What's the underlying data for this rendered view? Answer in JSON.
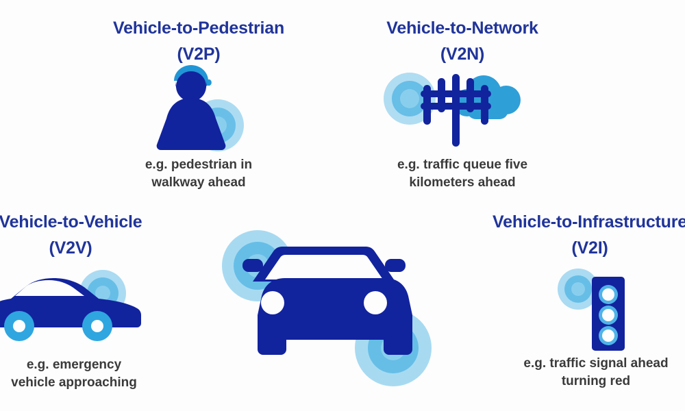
{
  "diagram": {
    "title_color": "#20349a",
    "caption_color": "#3a3a3a",
    "background": "#fdfdfd",
    "palette": {
      "dark_blue": "#12239e",
      "mid_blue": "#2f9fd8",
      "light_blue": "#5bb8e5",
      "pale_blue": "#8ecfed",
      "white": "#ffffff"
    }
  },
  "quadrants": {
    "v2p": {
      "title": "Vehicle-to-Pedestrian",
      "abbr": "(V2P)",
      "caption_line1": "e.g. pedestrian in",
      "caption_line2": "walkway ahead",
      "icon": "pedestrian-icon"
    },
    "v2n": {
      "title": "Vehicle-to-Network",
      "abbr": "(V2N)",
      "caption_line1": "e.g. traffic queue five",
      "caption_line2": "kilometers ahead",
      "icon": "cell-tower-cloud-icon"
    },
    "v2v": {
      "title": "Vehicle-to-Vehicle",
      "abbr": "(V2V)",
      "caption_line1": "e.g. emergency",
      "caption_line2": "vehicle approaching",
      "icon": "side-car-icon"
    },
    "v2i": {
      "title": "Vehicle-to-Infrastructure",
      "abbr": "(V2I)",
      "caption_line1": "e.g. traffic signal ahead",
      "caption_line2": "turning red",
      "icon": "traffic-signal-icon"
    }
  },
  "center": {
    "icon": "front-car-icon"
  }
}
